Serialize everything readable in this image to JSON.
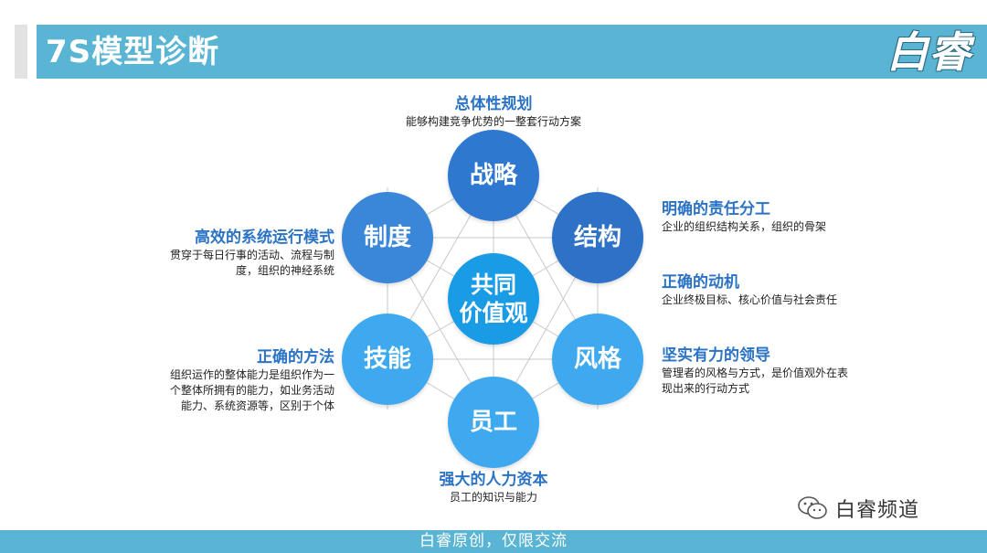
{
  "header": {
    "title": "7S模型诊断",
    "logo_text": "白睿"
  },
  "diagram": {
    "center": {
      "line1": "共同",
      "line2": "价值观"
    },
    "nodes": {
      "strategy": "战略",
      "structure": "结构",
      "style": "风格",
      "staff": "员工",
      "skills": "技能",
      "systems": "制度"
    },
    "labels": {
      "strategy": {
        "heading": "总体性规划",
        "desc": "能够构建竞争优势的一整套行动方案"
      },
      "structure": {
        "heading": "明确的责任分工",
        "desc": "企业的组织结构关系，组织的骨架"
      },
      "shared_values": {
        "heading": "正确的动机",
        "desc": "企业终极目标、核心价值与社会责任"
      },
      "style": {
        "heading": "坚实有力的领导",
        "desc_1": "管理者的风格与方式，是价值观外在表",
        "desc_2": "现出来的行动方式"
      },
      "staff": {
        "heading": "强大的人力资本",
        "desc": "员工的知识与能力"
      },
      "skills": {
        "heading": "正确的方法",
        "desc_1": "组织运作的整体能力是组织作为一",
        "desc_2": "个整体所拥有的能力，如业务活动",
        "desc_3": "能力、系统资源等，区别于个体"
      },
      "systems": {
        "heading": "高效的系统运行模式",
        "desc_1": "贯穿于每日行事的活动、流程与制",
        "desc_2": "度，组织的神经系统"
      }
    }
  },
  "watermark": {
    "text": "白睿频道",
    "icon": "wechat-icon"
  },
  "footer": {
    "text": "白睿原创，仅限交流"
  },
  "colors": {
    "title_bar": "#5ab4d3",
    "node_dark": "#2f78d0",
    "node_medium": "#3a8ee0",
    "node_light": "#3fa9ef",
    "center": "#1a9be6",
    "heading_text": "#2b73c4"
  }
}
